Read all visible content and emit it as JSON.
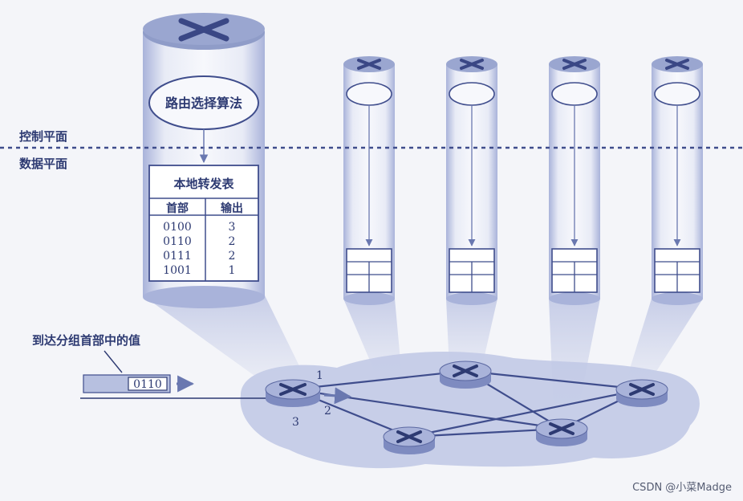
{
  "planes": {
    "control_label": "控制平面",
    "data_label": "数据平面"
  },
  "main_router": {
    "algorithm_label": "路由选择算法",
    "table": {
      "title": "本地转发表",
      "headers": [
        "首部",
        "输出"
      ],
      "rows": [
        [
          "0100",
          "3"
        ],
        [
          "0110",
          "2"
        ],
        [
          "0111",
          "2"
        ],
        [
          "1001",
          "1"
        ]
      ]
    }
  },
  "packet": {
    "caption": "到达分组首部中的值",
    "value": "0110"
  },
  "ports": [
    "1",
    "2",
    "3"
  ],
  "watermark": "CSDN @小菜Madge",
  "colors": {
    "ink": "#2d3a72",
    "router_top": "#8f9cc8",
    "cylinder": "#b7c0e0",
    "cloud": "#c7cee8",
    "background": "#f4f5f9"
  }
}
